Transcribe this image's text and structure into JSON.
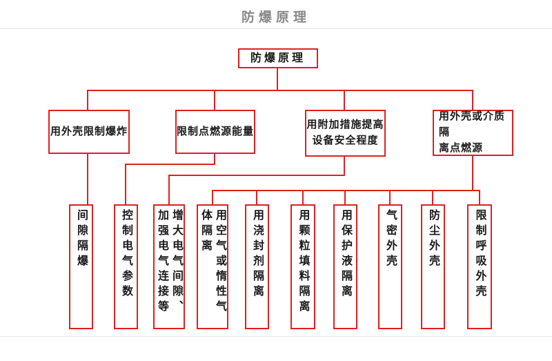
{
  "page": {
    "caption": "防爆原理",
    "accent_color": "#e01f1f",
    "caption_color": "#888888",
    "divider_color": "#e7e7e7"
  },
  "diagram": {
    "root": {
      "label": "防爆原理"
    },
    "branches": [
      {
        "label": "用外壳限制爆炸"
      },
      {
        "label": "限制点燃源能量"
      },
      {
        "label": "用附加措施提高\n设备安全程度"
      },
      {
        "label": "用外壳或介质隔\n离点燃源"
      }
    ],
    "leaves": [
      {
        "label": "间隙隔爆",
        "parent": "用外壳限制爆炸"
      },
      {
        "label": "控制电气参数",
        "parent": "限制点燃源能量"
      },
      {
        "label": "增大电气间隙、\n加强电气连接等",
        "parent": "用附加措施提高设备安全程度"
      },
      {
        "label": "用空气或惰性气\n体隔离",
        "parent": "用外壳或介质隔离点燃源"
      },
      {
        "label": "用浇封剂隔离",
        "parent": "用外壳或介质隔离点燃源"
      },
      {
        "label": "用颗粒填料隔离",
        "parent": "用外壳或介质隔离点燃源"
      },
      {
        "label": "用保护液隔离",
        "parent": "用外壳或介质隔离点燃源"
      },
      {
        "label": "气密外壳",
        "parent": "用外壳或介质隔离点燃源"
      },
      {
        "label": "防尘外壳",
        "parent": "用外壳或介质隔离点燃源"
      },
      {
        "label": "限制呼吸外壳",
        "parent": "用外壳或介质隔离点燃源"
      }
    ]
  }
}
